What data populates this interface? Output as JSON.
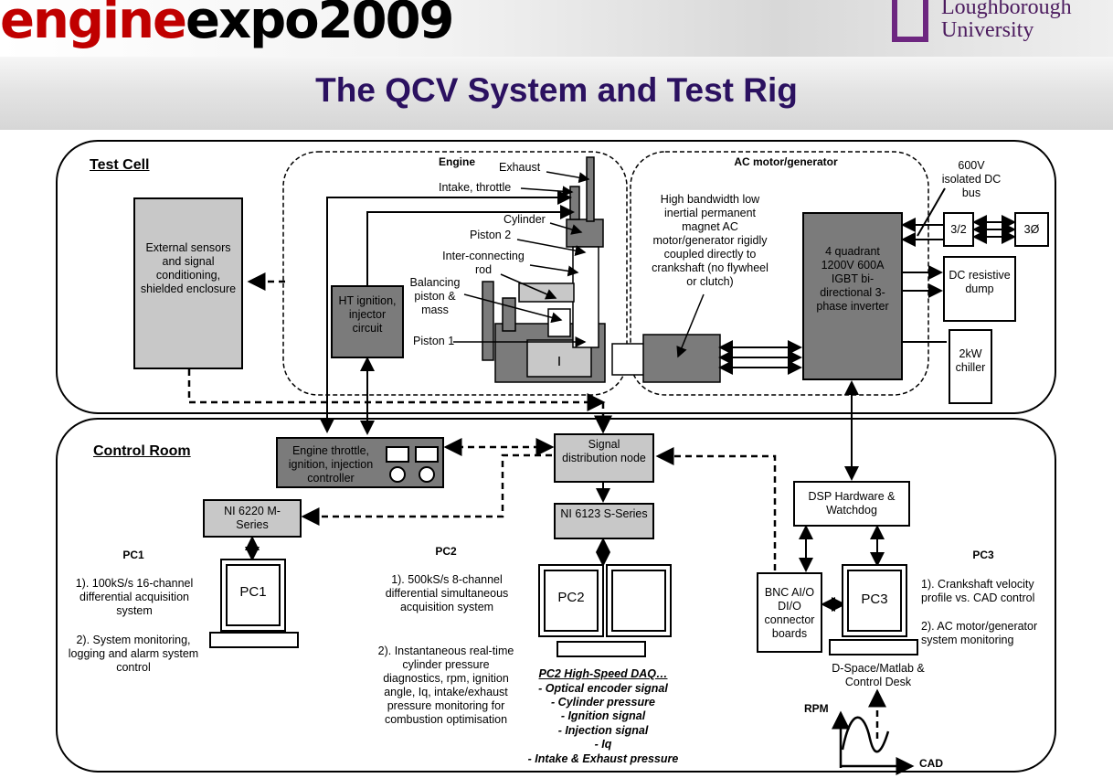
{
  "header": {
    "logo_part1": "engine",
    "logo_part2": "expo2009",
    "university": "Loughborough University",
    "university_line1": "Loughborough",
    "university_line2": "University",
    "title": "The QCV System and Test Rig"
  },
  "test_cell": {
    "label": "Test Cell",
    "external_sensors": "External sensors and signal conditioning, shielded enclosure",
    "engine_label": "Engine",
    "exhaust": "Exhaust",
    "intake": "Intake, throttle",
    "cylinder": "Cylinder",
    "piston2": "Piston 2",
    "interconnecting_rod": "Inter-connecting rod",
    "balancing": "Balancing piston & mass",
    "piston1": "Piston 1",
    "ht_ignition": "HT ignition, injector circuit",
    "ac_label": "AC motor/generator",
    "ac_desc": "High bandwidth low inertial permanent magnet AC motor/generator rigidly coupled directly to crankshaft (no flywheel or clutch)",
    "inverter": "4 quadrant 1200V 600A IGBT bi-directional 3-phase inverter",
    "dc_bus": "600V isolated DC bus",
    "ratio": "3/2",
    "three_phase": "3Ø",
    "dc_dump": "DC resistive dump",
    "chiller": "2kW chiller"
  },
  "control_room": {
    "label": "Control Room",
    "engine_controller": "Engine throttle, ignition, injection controller",
    "signal_node": "Signal distribution node",
    "ni6220": "NI 6220 M-Series",
    "ni6123": "NI 6123 S-Series",
    "dsp": "DSP Hardware & Watchdog",
    "bnc": "BNC AI/O DI/O connector boards",
    "pc1_title": "PC1",
    "pc1_screen": "PC1",
    "pc1_item1": "1). 100kS/s 16-channel differential acquisition system",
    "pc1_item2": "2). System monitoring, logging and alarm system control",
    "pc2_title": "PC2",
    "pc2_screen": "PC2",
    "pc2_item1": "1). 500kS/s 8-channel differential simultaneous acquisition system",
    "pc2_item2": "2). Instantaneous real-time cylinder pressure diagnostics, rpm, ignition angle, Iq, intake/exhaust pressure monitoring for combustion optimisation",
    "pc2_daq_title": "PC2 High-Speed DAQ…",
    "pc2_daq_items": [
      "- Optical encoder signal",
      "- Cylinder pressure",
      "- Ignition signal",
      "- Injection signal",
      "- Iq",
      "- Intake & Exhaust pressure"
    ],
    "pc3_title": "PC3",
    "pc3_screen": "PC3",
    "pc3_item1": "1). Crankshaft velocity profile vs. CAD control",
    "pc3_item2": "2). AC motor/generator system monitoring",
    "dspace": "D-Space/Matlab & Control Desk",
    "rpm": "RPM",
    "cad": "CAD"
  }
}
